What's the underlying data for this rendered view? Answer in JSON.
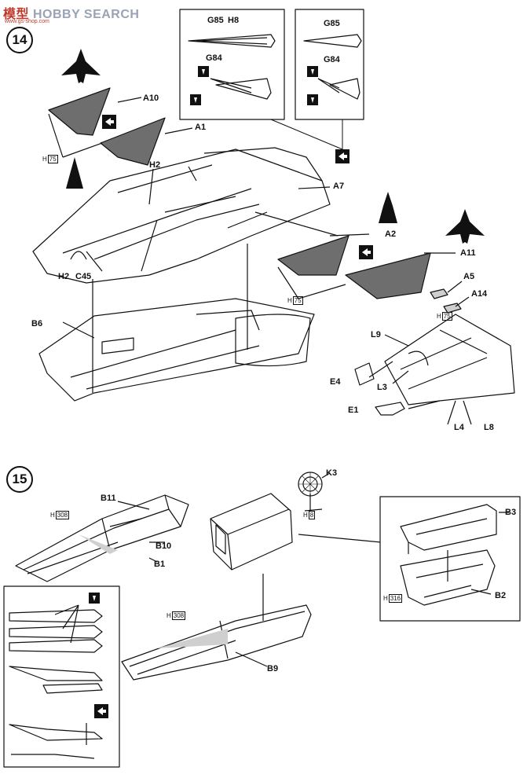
{
  "watermark": {
    "prefix": "模型",
    "brand": "HOBBY SEARCH",
    "domain": "www.gs-shop.com"
  },
  "steps": [
    {
      "number": "14"
    },
    {
      "number": "15"
    }
  ],
  "paint": {
    "code": "H",
    "c75": "75",
    "c8": "8",
    "c308": "308",
    "c316": "316"
  },
  "labels": {
    "A10": "A10",
    "A1": "A1",
    "A7": "A7",
    "A2": "A2",
    "A11": "A11",
    "A5": "A5",
    "A14": "A14",
    "H2": "H2",
    "C45": "C45",
    "B6": "B6",
    "L9": "L9",
    "E4": "E4",
    "L3": "L3",
    "E1": "E1",
    "L4": "L4",
    "L8": "L8",
    "G85": "G85",
    "H8": "H8",
    "G84": "G84",
    "K3": "K3",
    "B11": "B11",
    "B10": "B10",
    "B1": "B1",
    "B3": "B3",
    "B2": "B2",
    "B9": "B9"
  },
  "colors": {
    "panel_fill": "#6e6e6e",
    "line": "#111111",
    "shade": "#cfcfcf"
  }
}
